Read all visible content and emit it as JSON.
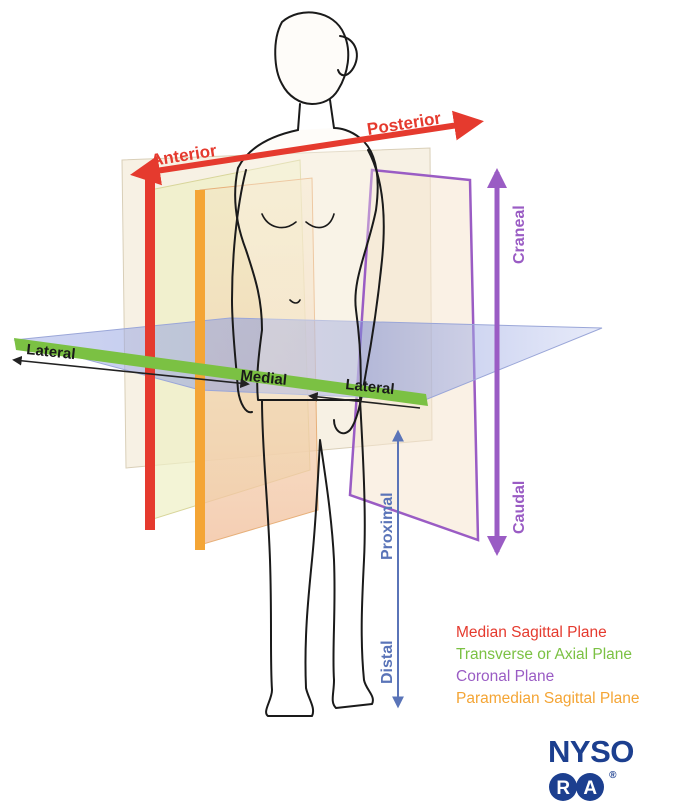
{
  "labels": {
    "anterior": "Anterior",
    "posterior": "Posterior",
    "craneal": "Craneal",
    "caudal": "Caudal",
    "proximal": "Proximal",
    "distal": "Distal",
    "lateral_left": "Lateral",
    "lateral_right": "Lateral",
    "medial": "Medial"
  },
  "legend": [
    {
      "label": "Median Sagittal Plane",
      "color": "#e53a2e"
    },
    {
      "label": "Transverse or Axial Plane",
      "color": "#7bc143"
    },
    {
      "label": "Coronal Plane",
      "color": "#9a5cc4"
    },
    {
      "label": "Paramedian Sagittal Plane",
      "color": "#f4a535"
    }
  ],
  "logo": {
    "text": "NYSO",
    "circles": [
      "R",
      "A"
    ],
    "mark": "®"
  }
}
